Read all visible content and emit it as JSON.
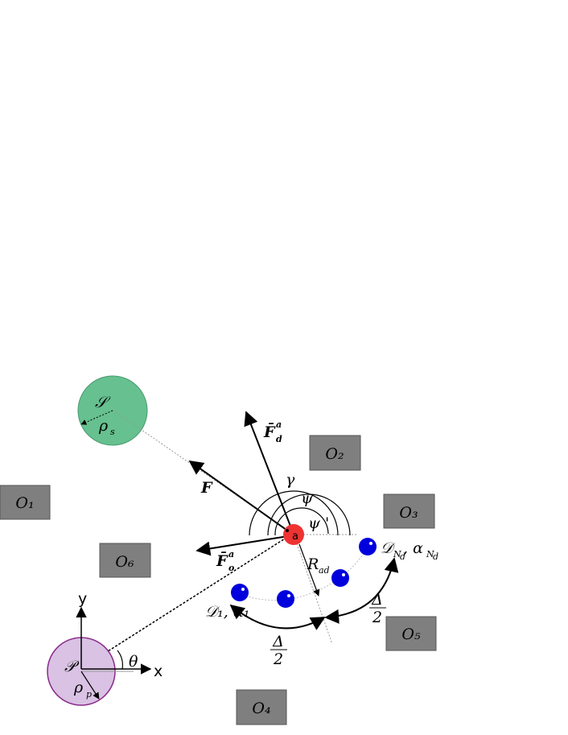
{
  "obstacles": [
    "O₁",
    "O₂",
    "O₃",
    "O₄",
    "O₅",
    "O₆"
  ],
  "source": {
    "label": "𝒮",
    "radius_label": "ρ",
    "radius_sub": "s"
  },
  "target": {
    "label": "𝒫",
    "radius_label": "ρ",
    "radius_sub": "p"
  },
  "agent": {
    "label": "a"
  },
  "axes": {
    "x": "x",
    "y": "y",
    "angle": "θ"
  },
  "forces": {
    "f": "F",
    "fd": "F̄",
    "fd_sup": "a",
    "fd_sub": "d",
    "fo": "F̄",
    "fo_sup": "a",
    "fo_sub": "o"
  },
  "angles": {
    "gamma": "𝛾",
    "psi": "ψ",
    "psi_prime": "ψ '"
  },
  "radius": {
    "label": "R",
    "sub": "ad"
  },
  "destinations": {
    "first": "𝒟₁, α₁",
    "last_main": "𝒟",
    "last_sub": "N",
    "last_subsub": "d",
    "last_alpha": ", α",
    "last_alpha_sub": "N",
    "last_alpha_subsub": "d"
  },
  "delta": {
    "num": "Δ",
    "den": "2"
  },
  "colors": {
    "obstacle": "#7f7f7f",
    "source": "#66c08f",
    "target": "#d9c2e3",
    "target_border": "#8b2a8b",
    "agent": "#ee3333",
    "destination": "#0000dd"
  }
}
